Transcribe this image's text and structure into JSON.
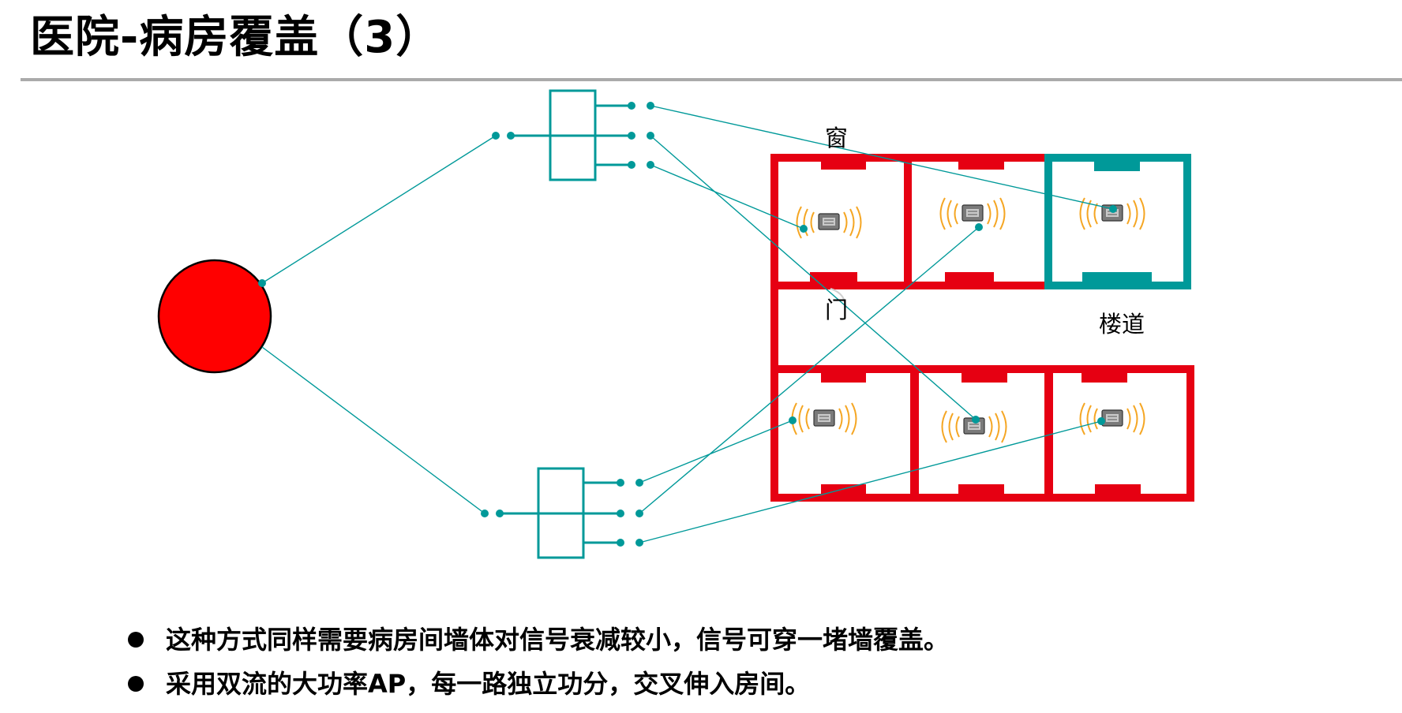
{
  "title": "医院-病房覆盖（3）",
  "labels": {
    "window": "窗",
    "door": "门",
    "corridor": "楼道"
  },
  "bullets": [
    "这种方式同样需要病房间墙体对信号衰减较小，信号可穿一堵墙覆盖。",
    "采用双流的大功率AP，每一路独立功分，交叉伸入房间。"
  ],
  "colors": {
    "ap": "#ff0000",
    "wall": "#e60012",
    "highlight_wall": "#009999",
    "cable": "#009999",
    "signal": "#f5a623",
    "title_rule": "#aaaaaa"
  },
  "icons": {
    "ap": "circle-ap-icon",
    "splitter": "power-splitter-icon",
    "antenna": "antenna-signal-icon",
    "bullet": "bullet-dot-icon"
  }
}
